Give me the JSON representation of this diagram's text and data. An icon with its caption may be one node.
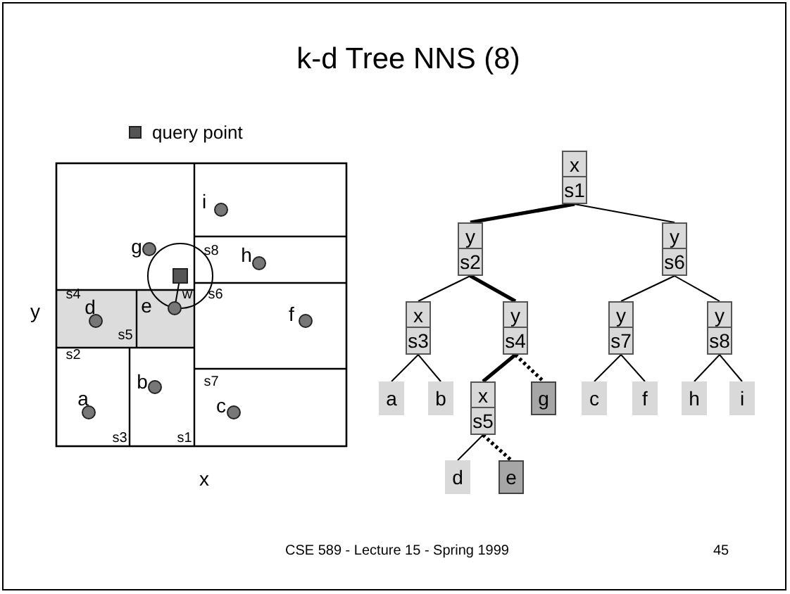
{
  "diagram": {
    "title": "k-d Tree NNS (8)",
    "nodes": [
      {
        "text": [
          "x",
          "s1"
        ]
      },
      {
        "text": [
          "y",
          "s2"
        ]
      },
      {
        "text": [
          "y",
          "s6"
        ]
      },
      {
        "text": [
          "x",
          "s3"
        ]
      },
      {
        "text": [
          "y",
          "s4"
        ]
      },
      {
        "text": [
          "y",
          "s7"
        ]
      },
      {
        "text": [
          "y",
          "s8"
        ]
      },
      {
        "text": [
          "a"
        ]
      },
      {
        "text": [
          "b"
        ]
      },
      {
        "text": [
          "x",
          "s5"
        ]
      },
      {
        "text": [
          "g"
        ]
      },
      {
        "text": [
          "c"
        ]
      },
      {
        "text": [
          "f"
        ]
      },
      {
        "text": [
          "h"
        ]
      },
      {
        "text": [
          "i"
        ]
      },
      {
        "text": [
          "d"
        ]
      },
      {
        "text": [
          "e"
        ]
      }
    ],
    "edges": [
      {
        "from": 0,
        "to": 1,
        "arrow": "none",
        "style": "thick"
      },
      {
        "from": 0,
        "to": 2,
        "arrow": "none"
      },
      {
        "from": 1,
        "to": 3,
        "arrow": "none"
      },
      {
        "from": 1,
        "to": 4,
        "arrow": "none",
        "style": "thick"
      },
      {
        "from": 2,
        "to": 5,
        "arrow": "none"
      },
      {
        "from": 2,
        "to": 6,
        "arrow": "none"
      },
      {
        "from": 3,
        "to": 7,
        "arrow": "none"
      },
      {
        "from": 3,
        "to": 8,
        "arrow": "none"
      },
      {
        "from": 4,
        "to": 9,
        "arrow": "none",
        "style": "thick"
      },
      {
        "from": 4,
        "to": 10,
        "arrow": "none",
        "style": "dashed"
      },
      {
        "from": 5,
        "to": 11,
        "arrow": "none"
      },
      {
        "from": 5,
        "to": 12,
        "arrow": "none"
      },
      {
        "from": 6,
        "to": 13,
        "arrow": "none"
      },
      {
        "from": 6,
        "to": 14,
        "arrow": "none"
      },
      {
        "from": 9,
        "to": 15,
        "arrow": "none"
      },
      {
        "from": 9,
        "to": 16,
        "arrow": "none",
        "style": "dashed"
      }
    ],
    "labels": [
      "i",
      "g",
      "s8",
      "h",
      "s4",
      "w",
      "s6",
      "e",
      "d",
      "y",
      "f",
      "s5",
      "s2",
      "b",
      "s7",
      "a",
      "c",
      "s3",
      "s1",
      "x",
      "CSE 589 - Lecture 15 - Spring 1999",
      "45"
    ],
    "legend": [
      {
        "text": "query point",
        "color": "#555555"
      }
    ]
  }
}
